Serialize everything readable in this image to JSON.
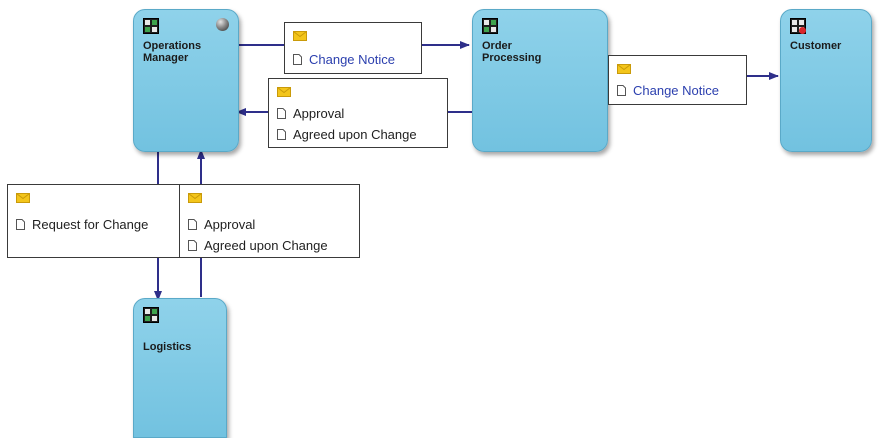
{
  "nodes": {
    "operations_manager": {
      "label": "Operations\nManager"
    },
    "order_processing": {
      "label": "Order\nProcessing"
    },
    "customer": {
      "label": "Customer"
    },
    "logistics": {
      "label": "Logistics"
    }
  },
  "messages": {
    "ops_to_order": {
      "items": [
        "Change Notice"
      ]
    },
    "order_to_ops": {
      "items": [
        "Approval",
        "Agreed upon Change"
      ]
    },
    "order_to_customer": {
      "items": [
        "Change Notice"
      ]
    },
    "ops_to_logistics": {
      "items": [
        "Request for Change"
      ]
    },
    "logistics_to_ops": {
      "items": [
        "Approval",
        "Agreed upon Change"
      ]
    }
  },
  "colors": {
    "node_fill": "#7cc8e4",
    "connector": "#2e2f8a",
    "link_text": "#2b3fae",
    "envelope": "#f3c51b"
  }
}
